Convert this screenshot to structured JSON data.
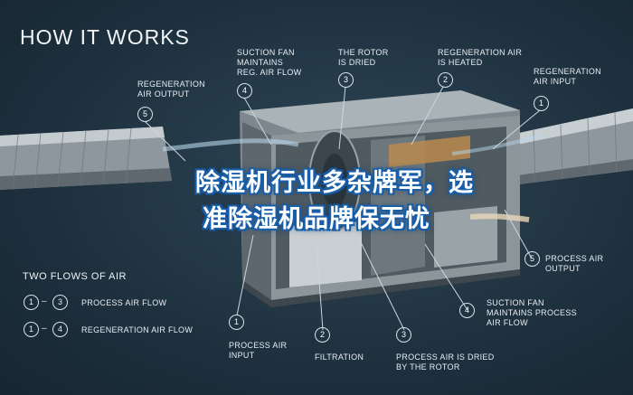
{
  "title": "HOW IT WORKS",
  "callouts": {
    "regen_output": {
      "num": "5",
      "line1": "REGENERATION",
      "line2": "AIR OUTPUT"
    },
    "suction_fan_regen": {
      "num": "4",
      "line1": "SUCTION FAN",
      "line2": "MAINTAINS",
      "line3": "REG. AIR FLOW"
    },
    "rotor_dried": {
      "num": "3",
      "line1": "THE ROTOR",
      "line2": "IS DRIED"
    },
    "regen_heated": {
      "num": "2",
      "line1": "REGENERATION AIR",
      "line2": "IS HEATED"
    },
    "regen_input": {
      "num": "1",
      "line1": "REGENERATION",
      "line2": "AIR INPUT"
    },
    "process_output": {
      "num": "5",
      "line1": "PROCESS AIR",
      "line2": "OUTPUT"
    },
    "suction_fan_process": {
      "num": "4",
      "line1": "SUCTION FAN",
      "line2": "MAINTAINS PROCESS",
      "line3": "AIR FLOW"
    },
    "process_input": {
      "num": "1",
      "line1": "PROCESS AIR",
      "line2": "INPUT"
    },
    "filtration": {
      "num": "2",
      "line1": "FILTRATION"
    },
    "process_dried": {
      "num": "3",
      "line1": "PROCESS AIR IS DRIED",
      "line2": "BY THE ROTOR"
    }
  },
  "flows": {
    "title": "TWO FLOWS OF AIR",
    "rows": [
      {
        "from": "1",
        "to": "3",
        "label": "PROCESS AIR FLOW"
      },
      {
        "from": "1",
        "to": "4",
        "label": "REGENERATION AIR FLOW"
      }
    ]
  },
  "overlay": {
    "line1": "除湿机行业多杂牌军，选",
    "line2": "准除湿机品牌保无忧"
  }
}
